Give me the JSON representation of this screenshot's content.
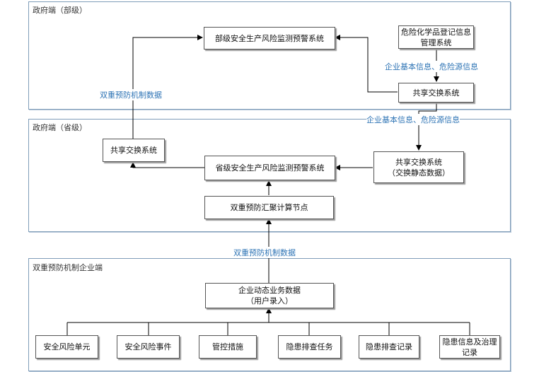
{
  "regions": {
    "ministry": "政府端（部级）",
    "province": "政府端（省级）",
    "enterprise": "双重预防机制企业端"
  },
  "boxes": {
    "ministry_system": "部级安全生产风险监测预警系统",
    "hazchem_system": "危险化学品登记信息管理系统",
    "ministry_exchange": "共享交换系统",
    "province_exchange_left": "共享交换系统",
    "province_system": "省级安全生产风险监测预警系统",
    "province_exchange_right": "共享交换系统\n（交换静态数据）",
    "compute_node": "双重预防汇聚计算节点",
    "enterprise_data": "企业动态业务数据\n（用户录入）",
    "risk_unit": "安全风险单元",
    "risk_event": "安全风险事件",
    "control_measure": "管控措施",
    "inspection_task": "隐患排查任务",
    "inspection_record": "隐患排查记录",
    "hazard_info": "隐患信息及治理记录"
  },
  "labels": {
    "enterprise_info_1": "企业基本信息、危险源信息",
    "enterprise_info_2": "企业基本信息、危险源信息",
    "dual_prevention_1": "双重预防机制数据",
    "dual_prevention_2": "双重预防机制数据"
  },
  "colors": {
    "region_border": "#7f9db9",
    "label_text": "#2e74b5",
    "line": "#000000"
  }
}
